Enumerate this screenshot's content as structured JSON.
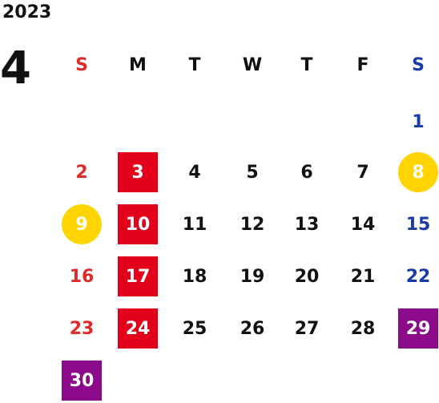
{
  "year": "2023",
  "month": "4",
  "weekdays": [
    "S",
    "M",
    "T",
    "W",
    "T",
    "F",
    "S"
  ],
  "weeks": [
    [
      "",
      "",
      "",
      "",
      "",
      "",
      "1"
    ],
    [
      "2",
      "3",
      "4",
      "5",
      "6",
      "7",
      "8"
    ],
    [
      "9",
      "10",
      "11",
      "12",
      "13",
      "14",
      "15"
    ],
    [
      "16",
      "17",
      "18",
      "19",
      "20",
      "21",
      "22"
    ],
    [
      "23",
      "24",
      "25",
      "26",
      "27",
      "28",
      "29"
    ],
    [
      "30",
      "",
      "",
      "",
      "",
      "",
      ""
    ]
  ],
  "colors": {
    "sunday": "#e02a2a",
    "saturday": "#1a3aa8",
    "highlight_red": "#e2001a",
    "highlight_purple": "#8a0a8a",
    "highlight_yellow": "#ffd400"
  },
  "highlights": {
    "red_square": [
      "3",
      "10",
      "17",
      "24"
    ],
    "purple_square": [
      "29",
      "30"
    ],
    "yellow_circle": [
      "8",
      "9"
    ]
  }
}
